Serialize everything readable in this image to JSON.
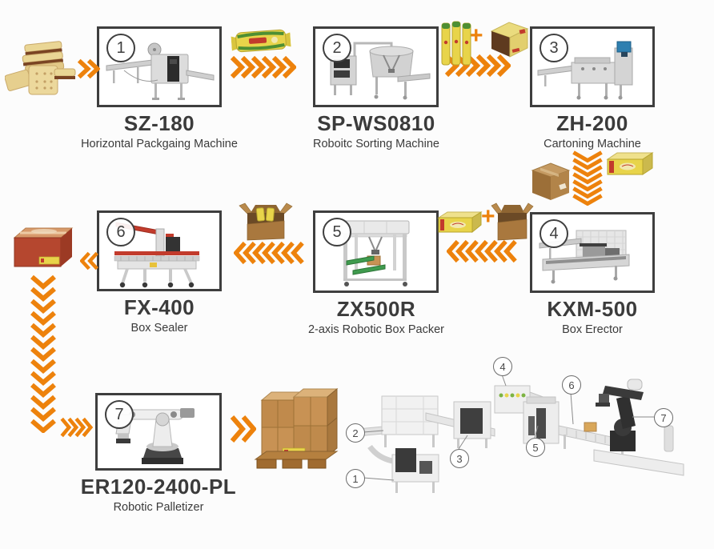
{
  "page": {
    "background": "#fcfcfc"
  },
  "accent": {
    "orange": "#ed820c",
    "text": "#3b3b3b",
    "frame_border": "#3e3e3e"
  },
  "stations": [
    {
      "number": "1",
      "model": "SZ-180",
      "description": "Horizontal Packgaing Machine"
    },
    {
      "number": "2",
      "model": "SP-WS0810",
      "description": "Roboitc Sorting Machine"
    },
    {
      "number": "3",
      "model": "ZH-200",
      "description": "Cartoning Machine"
    },
    {
      "number": "4",
      "model": "KXM-500",
      "description": "Box Erector"
    },
    {
      "number": "5",
      "model": "ZX500R",
      "description": "2-axis Robotic Box Packer"
    },
    {
      "number": "6",
      "model": "FX-400",
      "description": "Box Sealer"
    },
    {
      "number": "7",
      "model": "ER120-2400-PL",
      "description": "Robotic Palletizer"
    }
  ],
  "connectors": {
    "plus": "+"
  },
  "overview": {
    "callouts": [
      "1",
      "2",
      "3",
      "4",
      "5",
      "6",
      "7"
    ]
  }
}
